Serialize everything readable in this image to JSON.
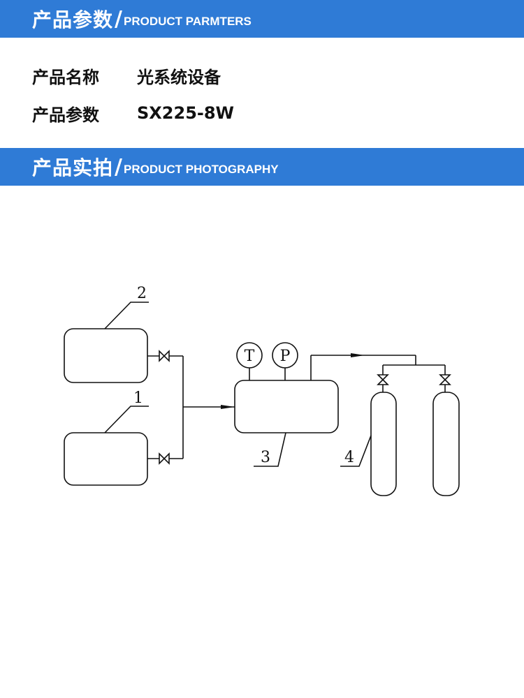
{
  "header_params": {
    "title_cn": "产品参数",
    "slash": "/",
    "title_en": "PRODUCT PARMTERS"
  },
  "params": [
    {
      "label": "产品名称",
      "value": "光系统设备"
    },
    {
      "label": "产品参数",
      "value": "SX225-8W"
    }
  ],
  "header_photo": {
    "title_cn": "产品实拍",
    "slash": "/",
    "title_en": "PRODUCT PHOTOGRAPHY"
  },
  "diagram": {
    "gauge_t": "T",
    "gauge_p": "P",
    "callout_1": "1",
    "callout_2": "2",
    "callout_3": "3",
    "callout_4": "4"
  },
  "colors": {
    "banner": "#2f7bd6",
    "banner_text": "#ffffff",
    "text": "#111111",
    "line": "#111111"
  }
}
